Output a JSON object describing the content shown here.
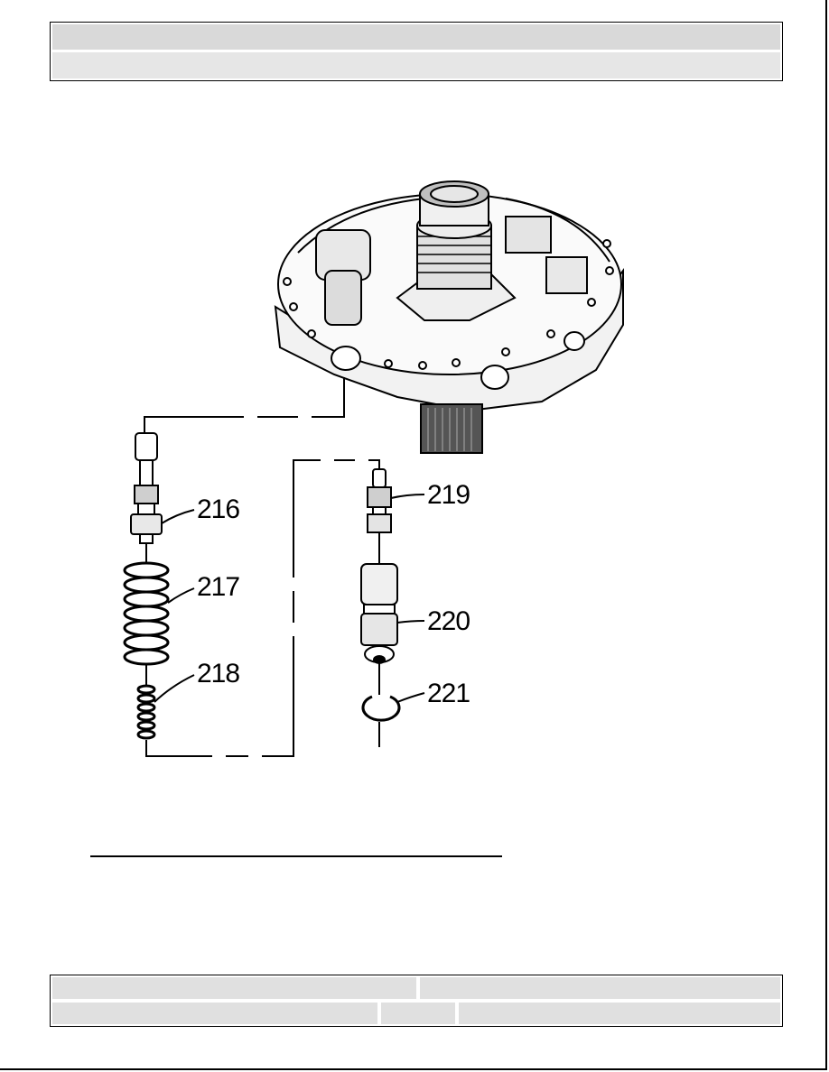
{
  "header": {
    "title": "",
    "subtitle": ""
  },
  "figure": {
    "callouts": [
      {
        "id": "216",
        "label": "216"
      },
      {
        "id": "217",
        "label": "217"
      },
      {
        "id": "218",
        "label": "218"
      },
      {
        "id": "219",
        "label": "219"
      },
      {
        "id": "220",
        "label": "220"
      },
      {
        "id": "221",
        "label": "221"
      }
    ]
  },
  "footer": {
    "cell1": "",
    "cell2": "",
    "cell3": "",
    "cell4": "",
    "cell5": ""
  }
}
